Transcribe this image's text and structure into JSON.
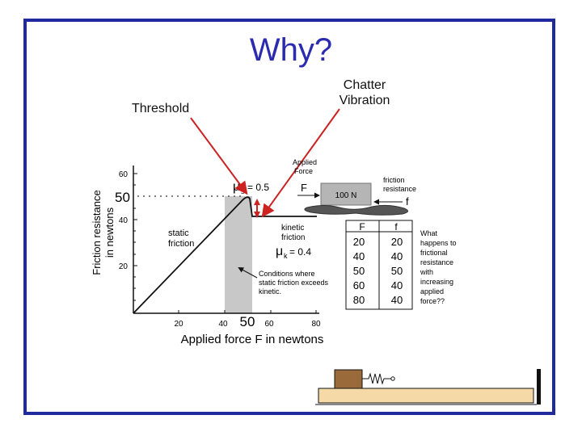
{
  "slide": {
    "title": "Why?",
    "threshold_label": "Threshold",
    "chatter_line1": "Chatter",
    "chatter_line2": "Vibration"
  },
  "graph": {
    "y_axis_label_line1": "Friction resistance",
    "y_axis_label_line2": "in newtons",
    "x_axis_label": "Applied force F in newtons",
    "y_ticks": [
      "60",
      "40",
      "20"
    ],
    "x_ticks": [
      "20",
      "40",
      "60",
      "80"
    ],
    "y_highlight": "50",
    "x_highlight": "50",
    "static_label_line1": "static",
    "static_label_line2": "friction",
    "kinetic_label_line1": "kinetic",
    "kinetic_label_line2": "friction",
    "mu_symbol": "μ",
    "mu_s_sub": "s",
    "mu_s_value": "= 0.5",
    "mu_k_sub": "k",
    "mu_k_value": "= 0.4",
    "conditions_line1": "Conditions where",
    "conditions_line2": "static friction exceeds",
    "conditions_line3": "kinetic."
  },
  "block_diagram": {
    "applied_line1": "Applied",
    "applied_line2": "Force",
    "force_symbol": "F",
    "block_weight": "100 N",
    "friction_line1": "friction",
    "friction_line2": "resistance",
    "friction_symbol": "f"
  },
  "table": {
    "headers": [
      "F",
      "f"
    ],
    "rows": [
      [
        "20",
        "20"
      ],
      [
        "40",
        "40"
      ],
      [
        "50",
        "50"
      ],
      [
        "60",
        "40"
      ],
      [
        "80",
        "40"
      ]
    ]
  },
  "question": {
    "lines": [
      "What",
      "happens to",
      "frictional",
      "resistance",
      "with",
      "increasing",
      "applied",
      "force??"
    ]
  },
  "colors": {
    "frame": "#1f2a9c",
    "title": "#2b2baf",
    "arrow": "#cc2222",
    "shading": "#c8c8c8",
    "block": "#9b6a3a",
    "surface": "#f5d9a6"
  }
}
